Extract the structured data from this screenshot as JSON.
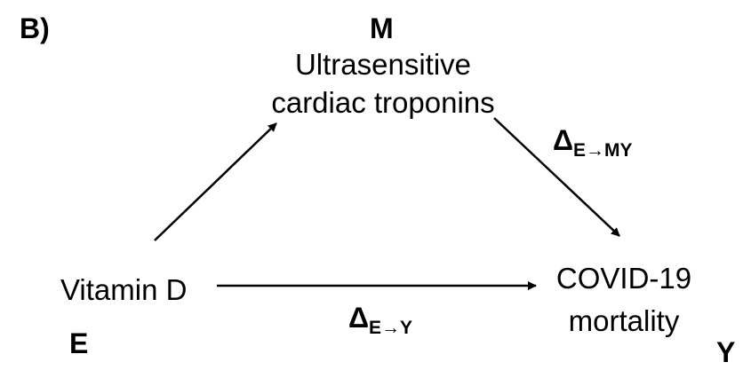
{
  "panel_label": "B)",
  "mediator": {
    "letter": "M",
    "line1": "Ultrasensitive",
    "line2": "cardiac troponins"
  },
  "exposure": {
    "label": "Vitamin D",
    "letter": "E"
  },
  "outcome": {
    "line1": "COVID-19",
    "line2": "mortality",
    "letter": "Y"
  },
  "indirect_effect": {
    "symbol": "Δ",
    "subscript": "E→MY"
  },
  "direct_effect": {
    "symbol": "Δ",
    "subscript": "E→Y"
  },
  "colors": {
    "text": "#000000",
    "arrow": "#000000",
    "background": "#ffffff"
  }
}
